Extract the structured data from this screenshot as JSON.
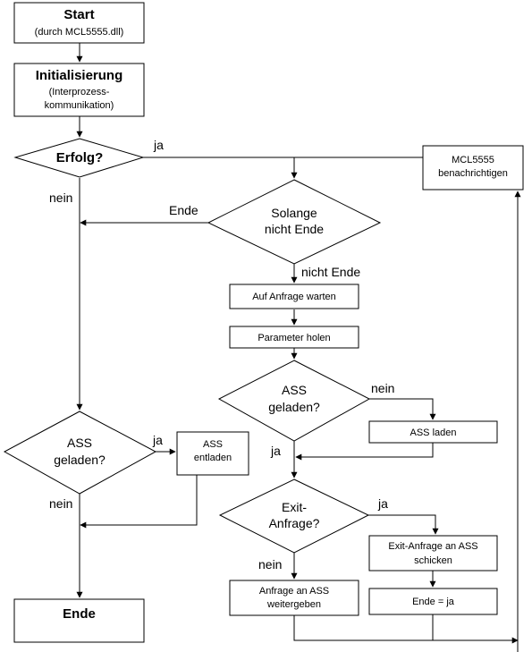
{
  "nodes": {
    "start": {
      "title": "Start",
      "sub": "(durch MCL5555.dll)"
    },
    "init": {
      "title": "Initialisierung",
      "sub1": "(Interprozess-",
      "sub2": "kommunikation)"
    },
    "erfolg": {
      "label": "Erfolg?"
    },
    "notify": {
      "line1": "MCL5555",
      "line2": "benachrichtigen"
    },
    "solange": {
      "line1": "Solange",
      "line2": "nicht Ende"
    },
    "wait": {
      "label": "Auf Anfrage warten"
    },
    "params": {
      "label": "Parameter holen"
    },
    "ass_loaded_right": {
      "line1": "ASS",
      "line2": "geladen?"
    },
    "ass_load": {
      "label": "ASS laden"
    },
    "ass_loaded_left": {
      "line1": "ASS",
      "line2": "geladen?"
    },
    "ass_unload": {
      "line1": "ASS",
      "line2": "entladen"
    },
    "exit_req": {
      "line1": "Exit-",
      "line2": "Anfrage?"
    },
    "exit_send": {
      "line1": "Exit-Anfrage an ASS",
      "line2": "schicken"
    },
    "forward": {
      "line1": "Anfrage an ASS",
      "line2": "weitergeben"
    },
    "end_flag": {
      "label": "Ende = ja"
    },
    "end": {
      "label": "Ende"
    }
  },
  "edge_labels": {
    "erfolg_yes": "ja",
    "erfolg_no": "nein",
    "solange_end": "Ende",
    "solange_notend": "nicht Ende",
    "ass_right_no": "nein",
    "ass_right_yes": "ja",
    "ass_left_yes": "ja",
    "ass_left_no": "nein",
    "exit_yes": "ja",
    "exit_no": "nein"
  }
}
